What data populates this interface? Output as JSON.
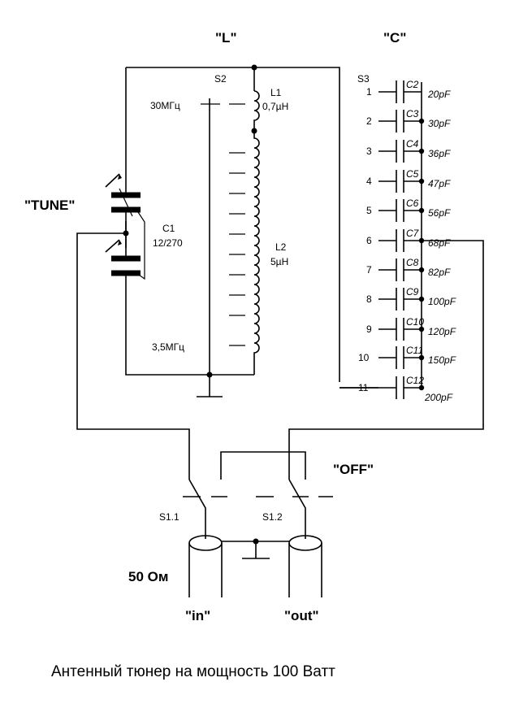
{
  "labels": {
    "L_header": "\"L\"",
    "C_header": "\"C\"",
    "tune": "\"TUNE\"",
    "off": "\"OFF\"",
    "in": "\"in\"",
    "out": "\"out\"",
    "impedance": "50 Ом",
    "caption": "Антенный тюнер на мощность 100 Ватт"
  },
  "inductors": {
    "switch": "S2",
    "top_freq": "30МГц",
    "bottom_freq": "3,5МГц",
    "L1_name": "L1",
    "L1_value": "0,7µH",
    "L2_name": "L2",
    "L2_value": "5µH"
  },
  "tune_cap": {
    "name": "C1",
    "value": "12/270"
  },
  "cap_bank": {
    "switch": "S3",
    "rows": [
      {
        "pos": "1",
        "name": "C2",
        "value": "20pF"
      },
      {
        "pos": "2",
        "name": "C3",
        "value": "30pF"
      },
      {
        "pos": "3",
        "name": "C4",
        "value": "36pF"
      },
      {
        "pos": "4",
        "name": "C5",
        "value": "47pF"
      },
      {
        "pos": "5",
        "name": "C6",
        "value": "56pF"
      },
      {
        "pos": "6",
        "name": "C7",
        "value": "68pF"
      },
      {
        "pos": "7",
        "name": "C8",
        "value": "82pF"
      },
      {
        "pos": "8",
        "name": "C9",
        "value": "100pF"
      },
      {
        "pos": "9",
        "name": "C10",
        "value": "120pF"
      },
      {
        "pos": "10",
        "name": "C11",
        "value": "150pF"
      },
      {
        "pos": "11",
        "name": "C12",
        "value": "200pF"
      }
    ]
  },
  "switches": {
    "s1_1": "S1.1",
    "s1_2": "S1.2"
  }
}
